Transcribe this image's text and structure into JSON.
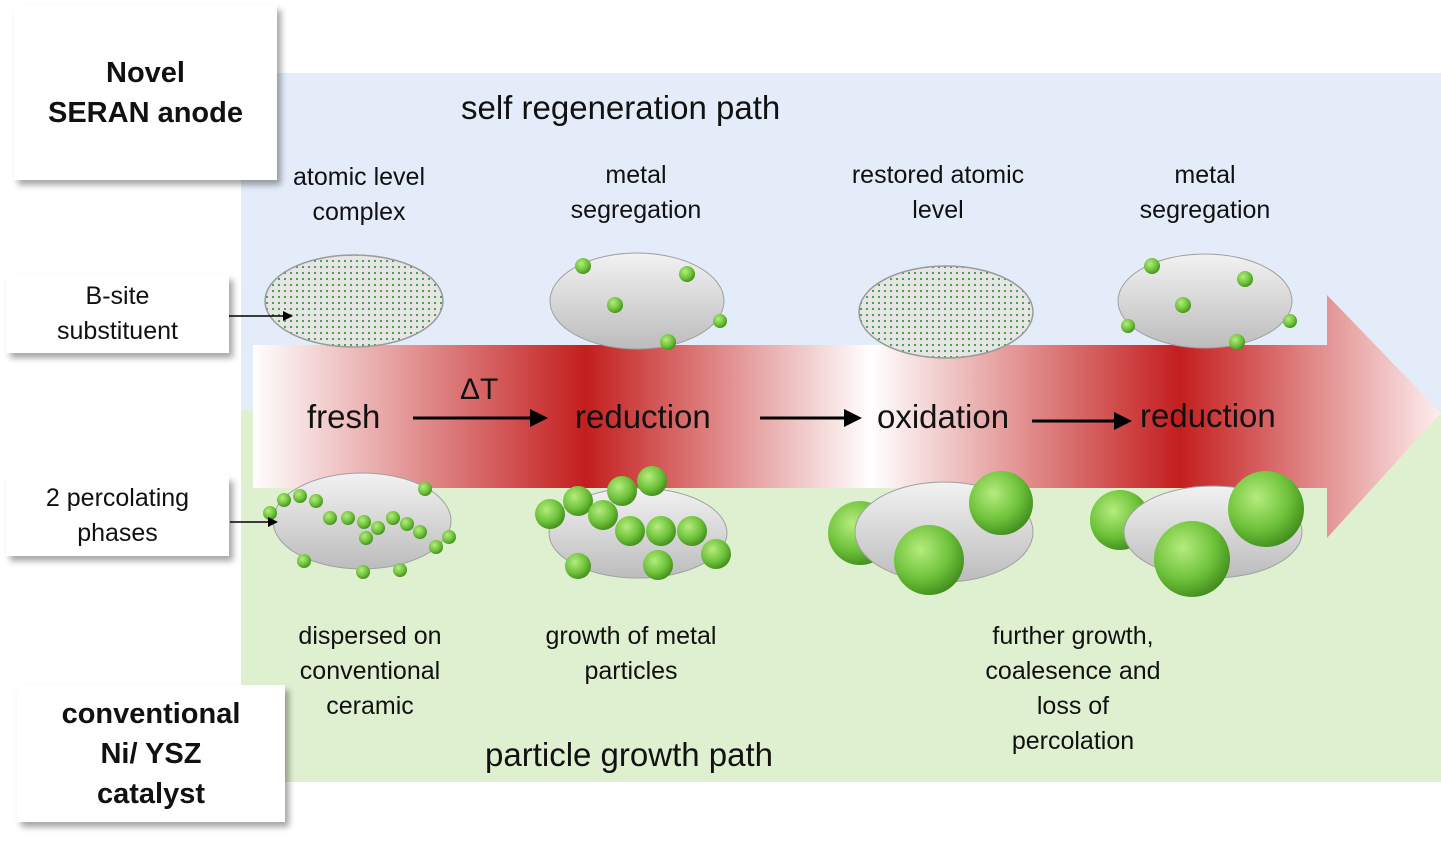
{
  "titles": {
    "novel": "Novel\nSERAN anode",
    "conventional": "conventional\nNi/ YSZ\ncatalyst"
  },
  "callouts": {
    "b_site": "B-site\nsubstituent",
    "percolating": "2 percolating\nphases"
  },
  "paths": {
    "top": "self regeneration path",
    "bottom": "particle growth path"
  },
  "top_labels": [
    "atomic level\ncomplex",
    "metal\nsegregation",
    "restored atomic\nlevel",
    "metal\nsegregation"
  ],
  "stages": [
    "fresh",
    "reduction",
    "oxidation",
    "reduction"
  ],
  "delta_t": "ΔT",
  "bottom_labels": [
    "dispersed on\nconventional\nceramic",
    "growth of metal\nparticles",
    "further growth,\ncoalesence  and\nloss of\npercolation"
  ],
  "colors": {
    "top_band": "#e4ecf9",
    "bottom_band": "#dff0d0",
    "arrow_red": "#c41e1e",
    "particle_green": "#6ec23a",
    "ellipse_gray": "#d9d9d9"
  }
}
